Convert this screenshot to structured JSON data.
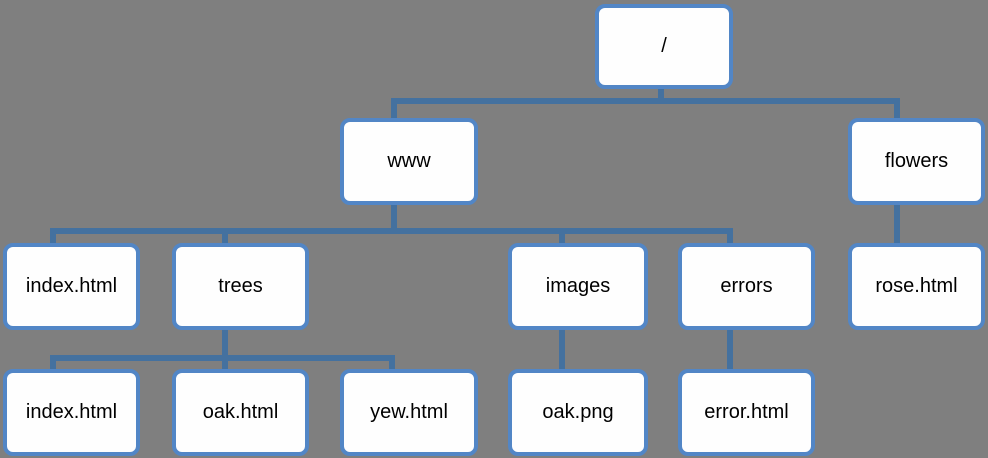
{
  "diagram": {
    "type": "tree",
    "title": "",
    "colors": {
      "background": "#7f7f7f",
      "node_fill": "#fefefe",
      "node_border": "#5286c6",
      "connector": "#44719f",
      "text": "#000000"
    },
    "nodes": {
      "root": {
        "label": "/"
      },
      "www": {
        "label": "www"
      },
      "flowers": {
        "label": "flowers"
      },
      "index_www": {
        "label": "index.html"
      },
      "trees": {
        "label": "trees"
      },
      "images": {
        "label": "images"
      },
      "errors": {
        "label": "errors"
      },
      "rose": {
        "label": "rose.html"
      },
      "index_trees": {
        "label": "index.html"
      },
      "oak_html": {
        "label": "oak.html"
      },
      "yew_html": {
        "label": "yew.html"
      },
      "oak_png": {
        "label": "oak.png"
      },
      "error_html": {
        "label": "error.html"
      }
    },
    "hierarchy": {
      "label": "/",
      "children": [
        {
          "label": "www",
          "children": [
            {
              "label": "index.html"
            },
            {
              "label": "trees",
              "children": [
                {
                  "label": "index.html"
                },
                {
                  "label": "oak.html"
                },
                {
                  "label": "yew.html"
                }
              ]
            },
            {
              "label": "images",
              "children": [
                {
                  "label": "oak.png"
                }
              ]
            },
            {
              "label": "errors",
              "children": [
                {
                  "label": "error.html"
                }
              ]
            }
          ]
        },
        {
          "label": "flowers",
          "children": [
            {
              "label": "rose.html"
            }
          ]
        }
      ]
    }
  }
}
